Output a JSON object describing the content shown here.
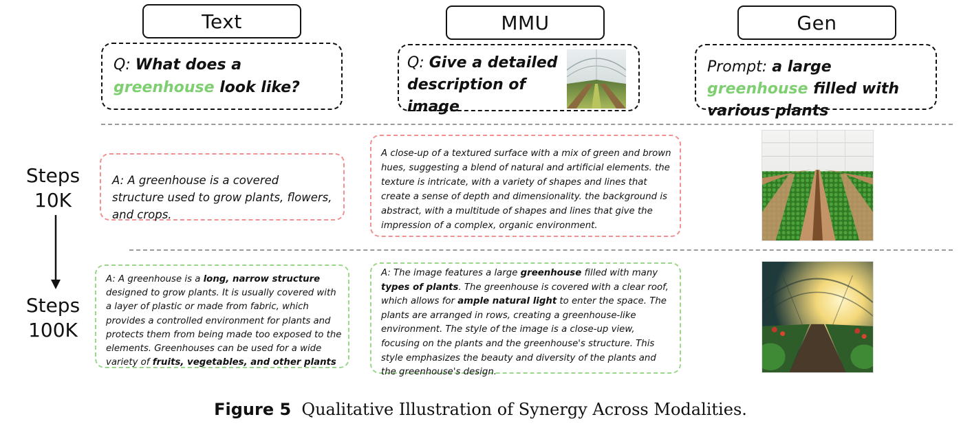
{
  "headers": {
    "text": "Text",
    "mmu": "MMU",
    "gen": "Gen"
  },
  "questions": {
    "text": {
      "prefix": "Q: ",
      "bold_before": "What does a ",
      "highlight": "greenhouse",
      "bold_after": " look like?"
    },
    "mmu": {
      "prefix": "Q: ",
      "bold": "Give a detailed description of  image"
    },
    "gen": {
      "prefix": "Prompt: ",
      "bold_before": "a large ",
      "highlight": "greenhouse",
      "bold_after": " filled with various plants"
    }
  },
  "steps": {
    "early": {
      "line1": "Steps",
      "line2": "10K"
    },
    "late": {
      "line1": "Steps",
      "line2": "100K"
    }
  },
  "answers_10k": {
    "text": "A: A greenhouse is a covered structure used to grow plants, flowers, and crops.",
    "mmu": "A close-up of a textured surface with a mix of green and brown hues, suggesting a blend of natural and artificial elements. the texture is intricate, with a variety of shapes and lines that create a sense of depth and dimensionality. the background is abstract, with a multitude of shapes and lines that give the impression of a complex, organic environment."
  },
  "answers_100k": {
    "text": {
      "p1": "A: A greenhouse is a ",
      "b1": "long, narrow structure",
      "p2": " designed to grow plants. It is usually covered with a layer of plastic or made from fabric, which provides a controlled environment for plants and protects them from being made too exposed to the elements. Greenhouses can be used for a wide variety of ",
      "b2": "fruits, vegetables, and other plants"
    },
    "mmu": {
      "p1": "A: The image features a large ",
      "b1": "greenhouse",
      "p2": " filled with many ",
      "b2": "types of plants",
      "p3": ". The greenhouse is covered with a clear roof, which allows for ",
      "b3": "ample natural light",
      "p4": " to enter the space. The plants are arranged in rows, creating a greenhouse-like environment. The style of the image is a close-up view, focusing on the plants and the greenhouse's structure. This style emphasizes the beauty and diversity of the plants and the greenhouse's design."
    }
  },
  "caption": {
    "label": "Figure 5",
    "text": "Qualitative Illustration of Synergy Across Modalities."
  },
  "colors": {
    "highlight": "#7fcf72",
    "early_border": "#f09090",
    "late_border": "#9bd68a"
  }
}
